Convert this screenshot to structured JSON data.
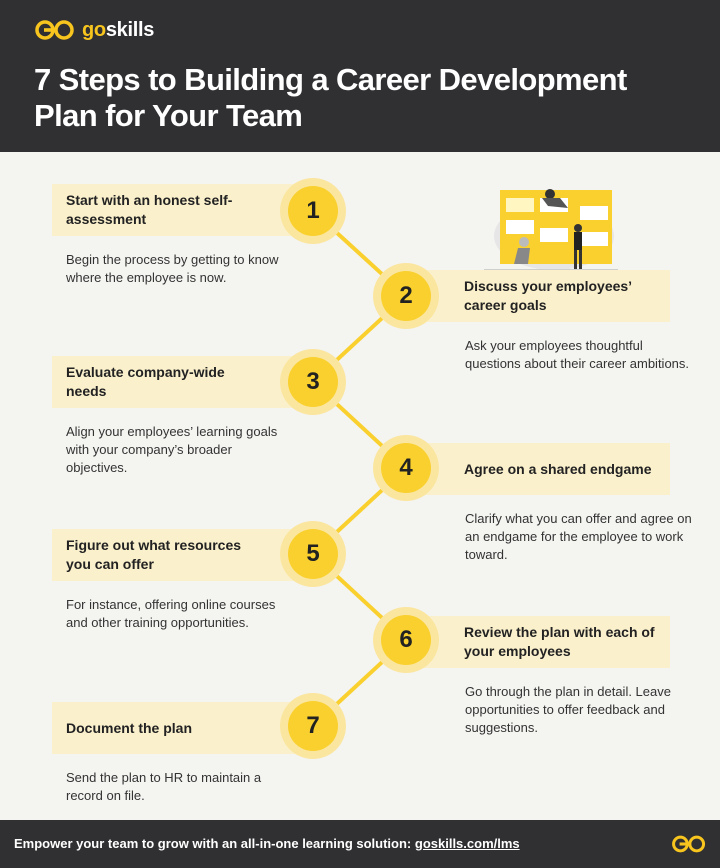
{
  "brand": {
    "logo_go": "go",
    "logo_skills": "skills",
    "accent_color": "#f9d02d",
    "dark_color": "#303033",
    "panel_color": "#faf0cc"
  },
  "header": {
    "title": "7 Steps to Building a Career Development Plan for Your Team"
  },
  "steps": [
    {
      "number": "1",
      "title": "Start with an honest self-assessment",
      "description": "Begin the process by getting to know where the employee is now."
    },
    {
      "number": "2",
      "title": "Discuss your employees’ career goals",
      "description": "Ask your employees thoughtful questions about their career ambitions."
    },
    {
      "number": "3",
      "title": "Evaluate company-wide needs",
      "description": "Align your employees’ learning goals with your company’s broader objectives."
    },
    {
      "number": "4",
      "title": "Agree on a shared endgame",
      "description": "Clarify what you can offer and agree on an endgame for the employee to work toward."
    },
    {
      "number": "5",
      "title": "Figure out what resources you can offer",
      "description": "For instance, offering online courses and other training opportunities."
    },
    {
      "number": "6",
      "title": "Review the plan with each of your employees",
      "description": "Go through the plan in detail. Leave opportunities to offer feedback and suggestions."
    },
    {
      "number": "7",
      "title": "Document the plan",
      "description": "Send the plan to HR to maintain a record on file."
    }
  ],
  "footer": {
    "text": "Empower your team to grow with an all-in-one learning solution:",
    "link": "goskills.com/lms"
  }
}
